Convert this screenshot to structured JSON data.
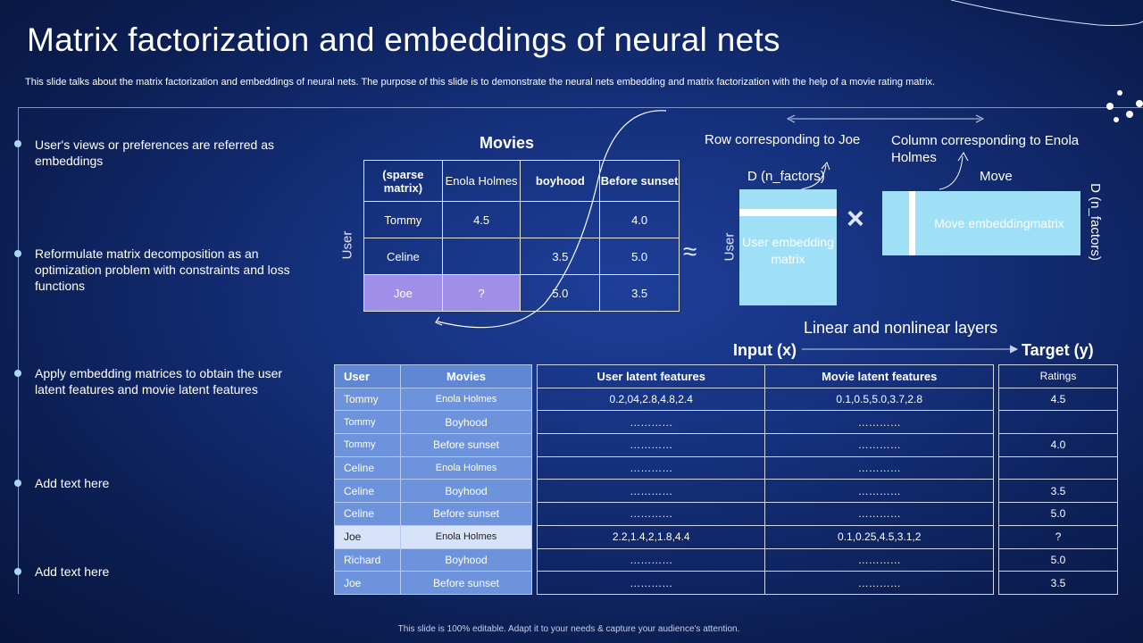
{
  "title": "Matrix factorization and embeddings of neural nets",
  "subtitle": "This slide talks about the matrix factorization and embeddings of neural nets. The purpose of this slide is to demonstrate the neural nets embedding and matrix factorization with the help of a movie rating matrix.",
  "bullets": [
    "User's views or preferences are referred as embeddings",
    "Reformulate matrix decomposition as an optimization problem with constraints and loss functions",
    "Apply embedding matrices to obtain the user latent features and movie latent features",
    "Add text here",
    "Add text here"
  ],
  "sparse": {
    "title": "Movies",
    "axis_label": "User",
    "header": [
      "(sparse matrix)",
      "Enola Holmes",
      "boyhood",
      "Before sunset"
    ],
    "rows": [
      [
        "Tommy",
        "4.5",
        "",
        "4.0"
      ],
      [
        "Celine",
        "",
        "3.5",
        "5.0"
      ],
      [
        "Joe",
        "?",
        "5.0",
        "3.5"
      ]
    ]
  },
  "embedding": {
    "row_label": "Row corresponding to Joe",
    "col_label": "Column corresponding to Enola Holmes",
    "d_factors_left": "D (n_factors)",
    "d_factors_right": "D (n_factors)",
    "move_label": "Move",
    "user_axis": "User",
    "user_matrix": "User embedding matrix",
    "move_matrix": "Move embeddingmatrix",
    "times": "×",
    "approx": "≈"
  },
  "layers": {
    "label": "Linear and nonlinear layers",
    "input": "Input (x)",
    "target": "Target (y)"
  },
  "left_table": {
    "header": [
      "User",
      "Movies"
    ],
    "rows": [
      [
        "Tommy",
        "Enola Holmes"
      ],
      [
        "Tommy",
        "Boyhood"
      ],
      [
        "Tommy",
        "Before sunset"
      ],
      [
        "Celine",
        "Enola Holmes"
      ],
      [
        "Celine",
        "Boyhood"
      ],
      [
        "Celine",
        "Before sunset"
      ],
      [
        "Joe",
        "Enola Holmes"
      ],
      [
        "Richard",
        "Boyhood"
      ],
      [
        "Joe",
        "Before sunset"
      ]
    ]
  },
  "mid_table": {
    "header": [
      "User latent features",
      "Movie latent features"
    ],
    "rows": [
      [
        "0.2,04,2.8,4.8,2.4",
        "0.1,0.5,5.0,3.7,2.8"
      ],
      [
        "…………",
        "…………"
      ],
      [
        "…………",
        "…………"
      ],
      [
        "…………",
        "…………"
      ],
      [
        "…………",
        "…………"
      ],
      [
        "…………",
        "…………"
      ],
      [
        "2.2,1.4,2,1.8,4.4",
        "0.1,0.25,4.5,3.1,2"
      ],
      [
        "…………",
        "…………"
      ],
      [
        "…………",
        "…………"
      ]
    ]
  },
  "right_table": {
    "header": "Ratings",
    "rows": [
      "4.5",
      "",
      "4.0",
      "",
      "3.5",
      "5.0",
      "?",
      "5.0",
      "3.5"
    ]
  },
  "footer": "This slide is 100% editable. Adapt it to your needs & capture your audience's attention."
}
